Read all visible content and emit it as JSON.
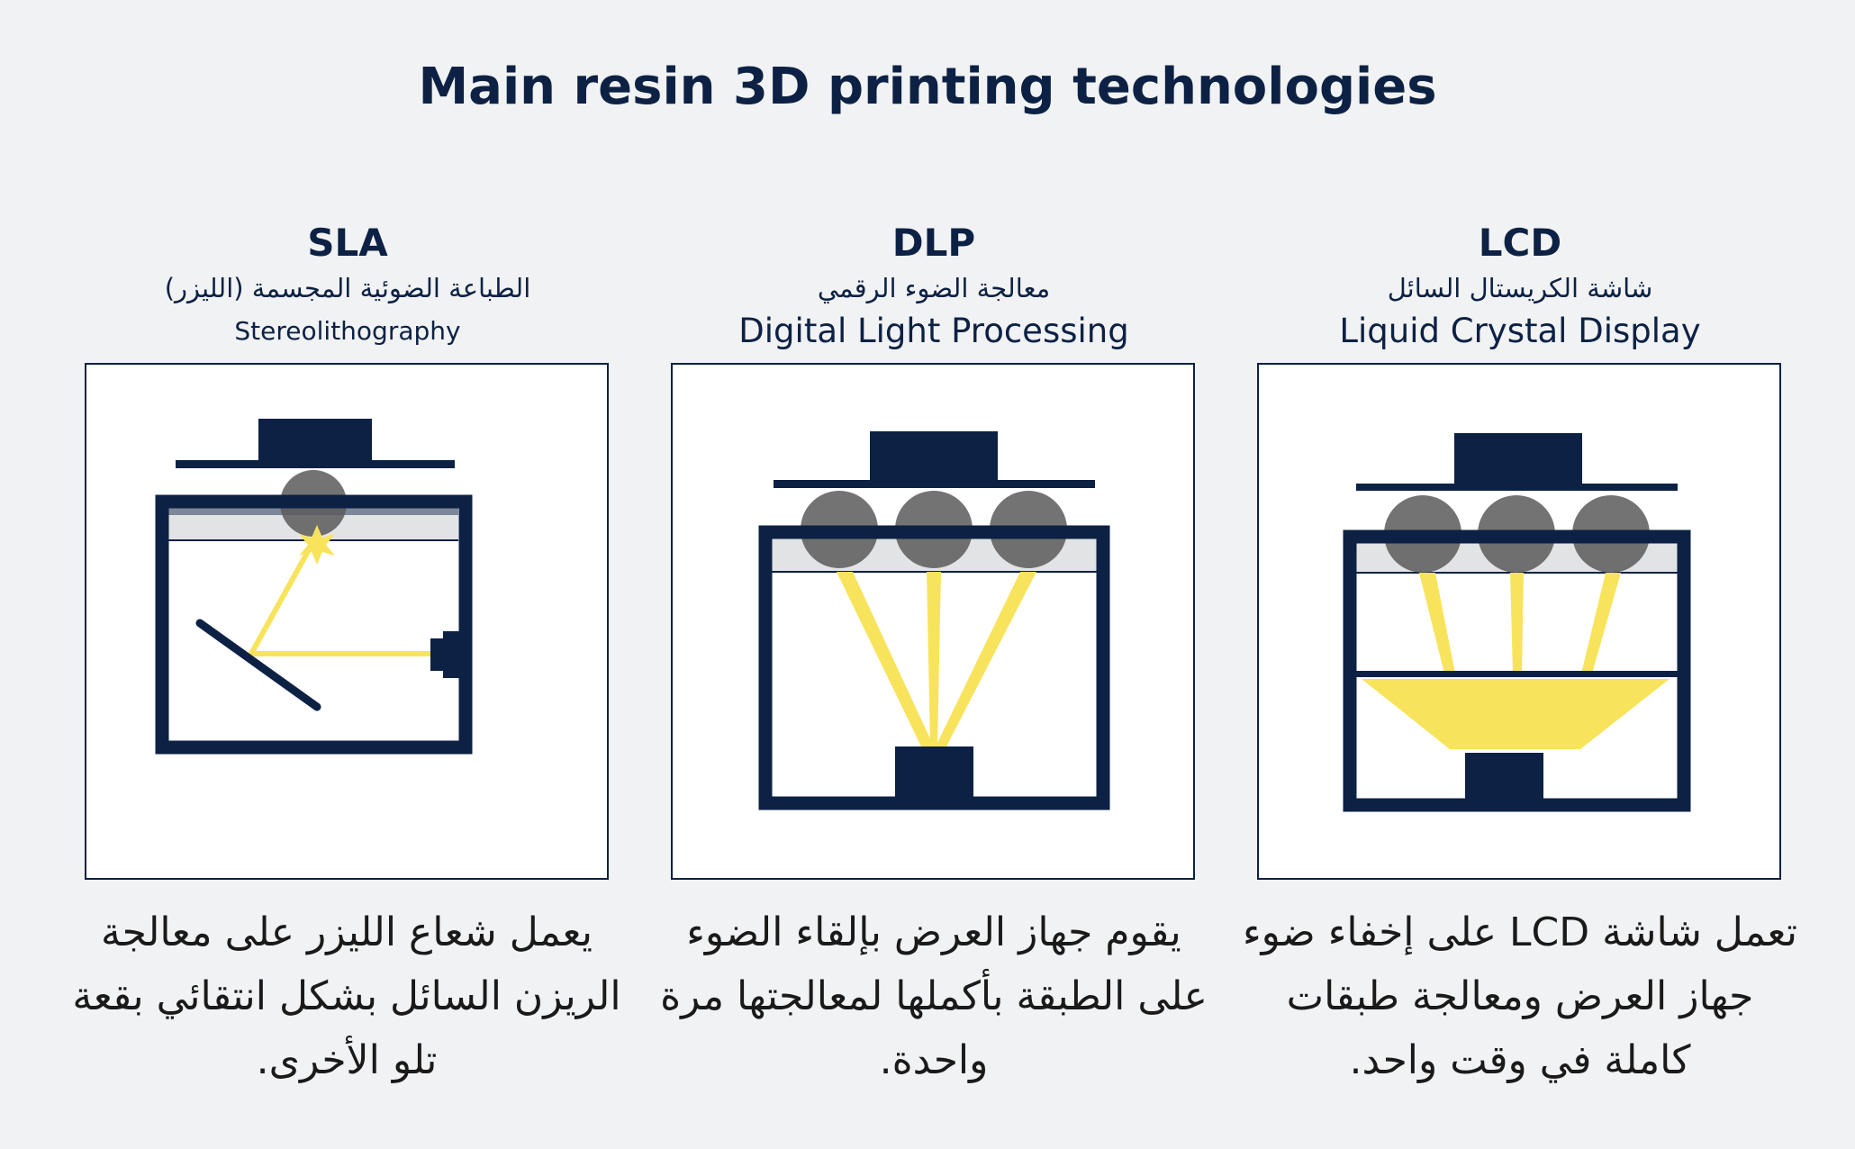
{
  "title": "Main resin 3D printing technologies",
  "colors": {
    "navy": "#0c2144",
    "yellow": "#f8e45c",
    "background": "#f1f2f3"
  },
  "technologies": [
    {
      "abbr": "SLA",
      "arabic_name": "الطباعة الضوئية المجسمة (الليزر)",
      "english_name": "Stereolithography",
      "description": "يعمل شعاع الليزر على معالجة الريزن السائل بشكل انتقائي بقعة تلو الأخرى."
    },
    {
      "abbr": "DLP",
      "arabic_name": "معالجة الضوء الرقمي",
      "english_name": "Digital Light Processing",
      "description": "يقوم جهاز العرض بإلقاء الضوء على الطبقة بأكملها لمعالجتها مرة واحدة."
    },
    {
      "abbr": "LCD",
      "arabic_name": "شاشة الكريستال السائل",
      "english_name": "Liquid Crystal Display",
      "description": "تعمل شاشة LCD على إخفاء ضوء جهاز العرض ومعالجة طبقات كاملة في وقت واحد."
    }
  ]
}
